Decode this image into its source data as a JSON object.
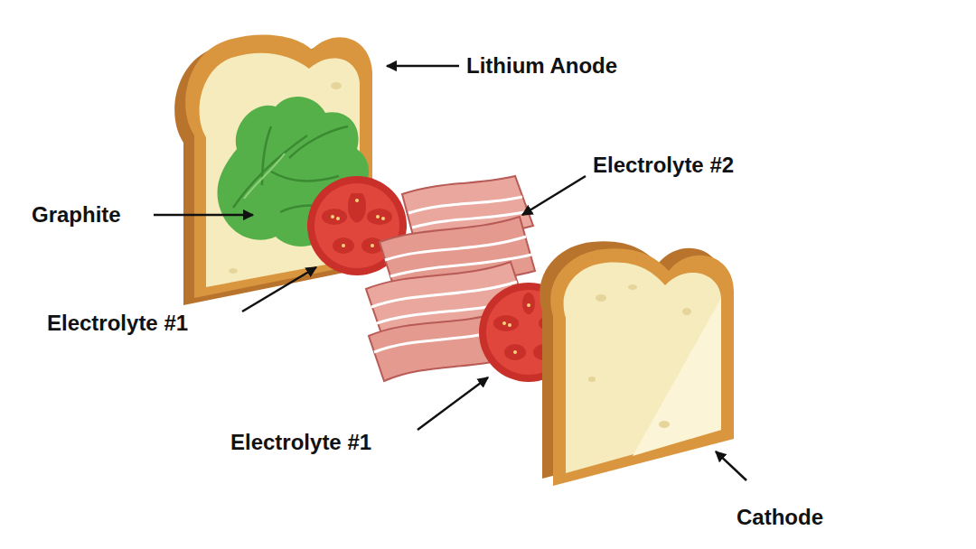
{
  "diagram": {
    "labels": [
      "Lithium Anode",
      "Electrolyte #2",
      "Graphite",
      "Electrolyte #1",
      "Electrolyte #1",
      "Cathode"
    ]
  }
}
